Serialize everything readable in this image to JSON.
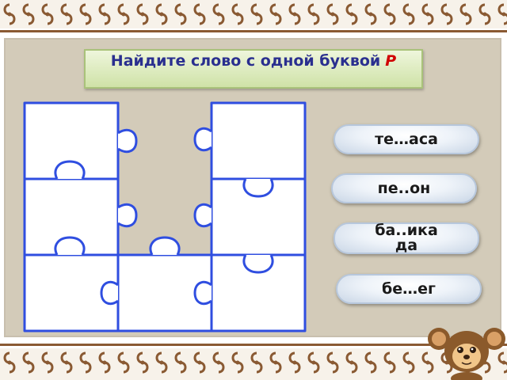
{
  "title": {
    "text": "Найдите слово с одной буквой",
    "letter": "Р"
  },
  "words": [
    {
      "label": "те…аса"
    },
    {
      "label": "пе..он"
    },
    {
      "label": "ба..ика да"
    },
    {
      "label": "бе…ег"
    }
  ],
  "colors": {
    "title_text": "#2a2f8f",
    "title_letter": "#d00000",
    "puzzle_outline": "#2f4ee0",
    "board": "#d3cbb9",
    "border_ornament": "#8a5a33"
  }
}
